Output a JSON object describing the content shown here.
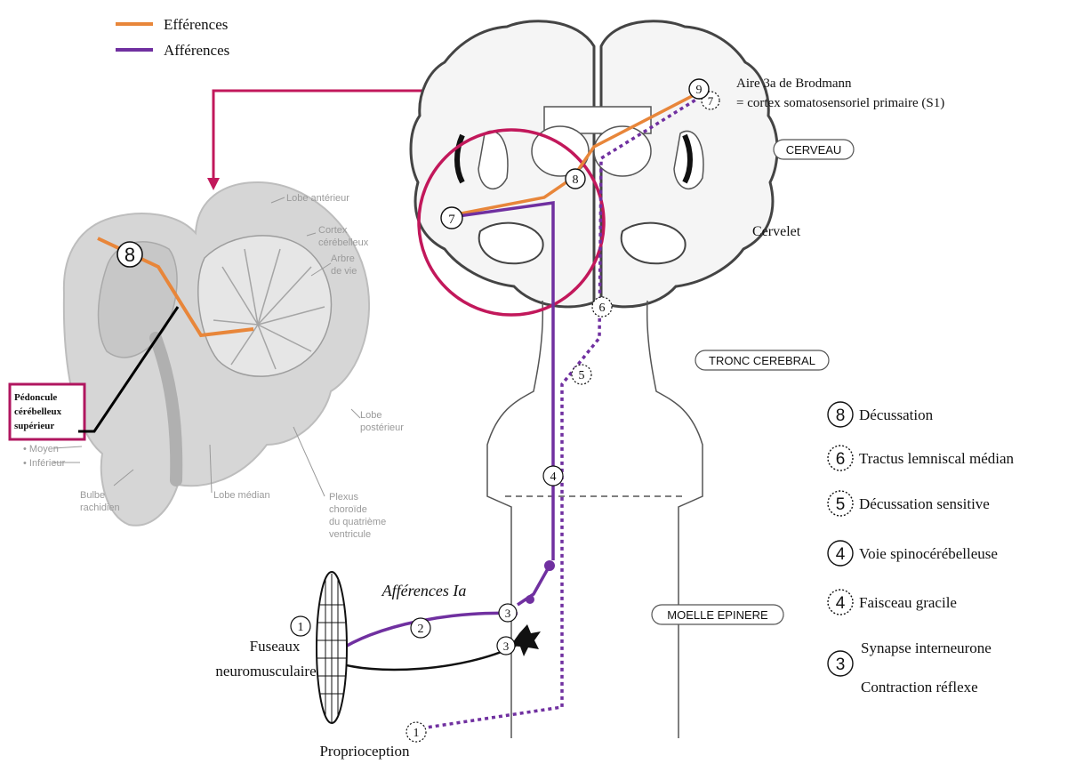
{
  "legend": [
    {
      "label": "Efférences",
      "color": "#e8863a"
    },
    {
      "label": "Afférences",
      "color": "#7030a0"
    }
  ],
  "region_labels": {
    "brain": "CERVEAU",
    "brainstem": "TRONC CEREBRAL",
    "spinal_cord": "MOELLE EPINERE"
  },
  "cortex_label_line1": "Aire 3a de Brodmann",
  "cortex_label_line2": "= cortex somatosensoriel primaire (S1)",
  "cerebellum_label": "Cervelet",
  "spindle_label_line1": "Fuseaux",
  "spindle_label_line2": "neuromusculaire",
  "proprioception_label": "Proprioception",
  "afferent_ia_label": "Afférences Ia",
  "peduncle_box": [
    "Pédoncule",
    "cérébelleux",
    "supérieur"
  ],
  "cerebellum_inset_labels": {
    "lobe_anterieur": "Lobe antérieur",
    "cortex_cerebelleux": [
      "Cortex",
      "cérébelleux"
    ],
    "arbre_de_vie": [
      "Arbre",
      "de vie"
    ],
    "lobe_posterieur": [
      "Lobe",
      "postérieur"
    ],
    "moyen": "• Moyen",
    "inferieur": "• Inférieur",
    "bulbe_rachidien": [
      "Bulbe",
      "rachidien"
    ],
    "lobe_median": "Lobe médian",
    "plexus": [
      "Plexus",
      "choroïde",
      "du quatrième",
      "ventricule"
    ]
  },
  "markers": {
    "m1": "1",
    "m2": "2",
    "m3a": "3",
    "m3b": "3",
    "m4": "4",
    "m5": "5",
    "m6": "6",
    "m7a": "7",
    "m7b": "7",
    "m8a": "8",
    "m8b": "8",
    "m9": "9",
    "m_spindle": "1",
    "m_proprio": "1"
  },
  "key_items": [
    {
      "number": "8",
      "style": "solid",
      "text": "Décussation"
    },
    {
      "number": "6",
      "style": "dotted",
      "text": "Tractus lemniscal médian"
    },
    {
      "number": "5",
      "style": "dotted",
      "text": "Décussation sensitive"
    },
    {
      "number": "4",
      "style": "solid",
      "text": "Voie spinocérébelleuse"
    },
    {
      "number": "4",
      "style": "dotted",
      "text": "Faisceau  gracile"
    },
    {
      "number": "3",
      "style": "solid",
      "text": [
        "Synapse interneurone",
        "Contraction réflexe"
      ]
    }
  ]
}
